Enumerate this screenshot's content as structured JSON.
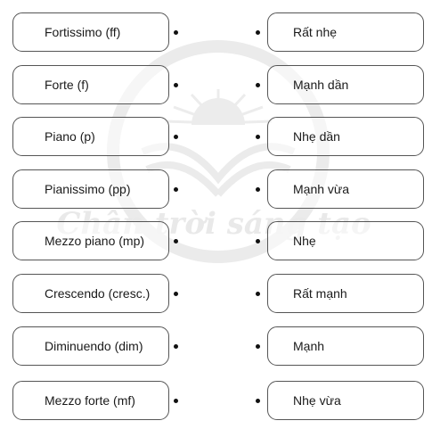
{
  "left_items": [
    "Fortissimo (ff)",
    "Forte (f)",
    "Piano (p)",
    "Pianissimo (pp)",
    "Mezzo piano (mp)",
    "Crescendo (cresc.)",
    "Diminuendo (dim)",
    "Mezzo forte (mf)"
  ],
  "right_items": [
    "Rất nhẹ",
    "Mạnh dần",
    "Nhẹ dần",
    "Mạnh vừa",
    "Nhẹ",
    "Rất mạnh",
    "Mạnh",
    "Nhẹ vừa"
  ],
  "watermark_text": "Chân trời sáng tạo",
  "colors": {
    "border": "#555555",
    "dot": "#111111",
    "watermark": "#e8e8e8"
  }
}
